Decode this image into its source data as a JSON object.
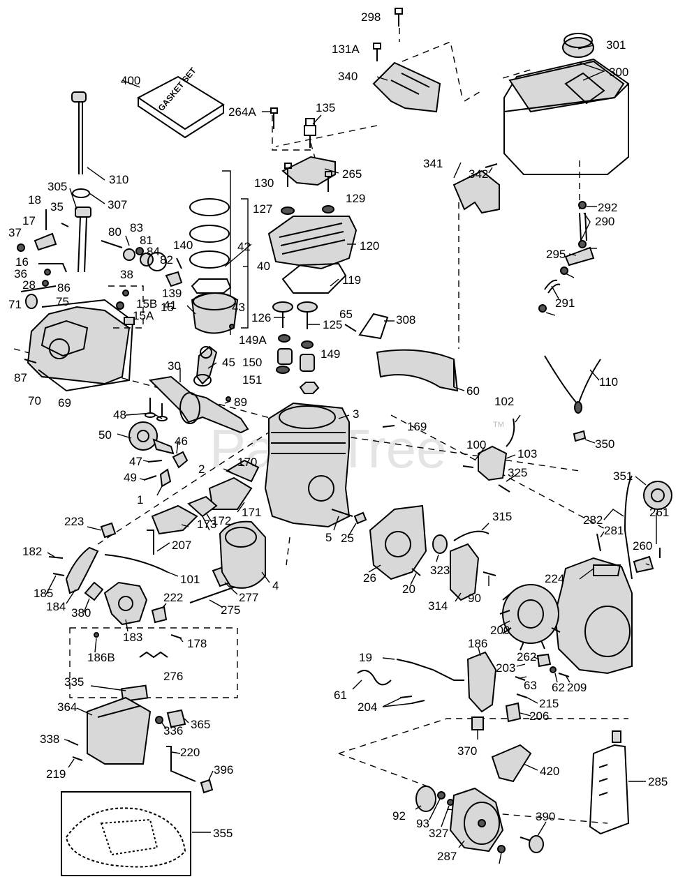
{
  "watermark": "PartsTree",
  "trademark": "TM",
  "gasket_box_text": "GASKET SET",
  "part_numbers": [
    "298",
    "131A",
    "340",
    "301",
    "300",
    "400",
    "264A",
    "135",
    "265",
    "310",
    "305",
    "307",
    "18",
    "35",
    "37",
    "17",
    "16",
    "36",
    "28",
    "86",
    "75",
    "71",
    "87",
    "70",
    "69",
    "80",
    "83",
    "81",
    "84",
    "82",
    "140",
    "139",
    "38",
    "15B",
    "15",
    "15A",
    "42",
    "40",
    "43",
    "41",
    "130",
    "129",
    "127",
    "120",
    "119",
    "126",
    "125",
    "65",
    "308",
    "149A",
    "149",
    "150",
    "151",
    "60",
    "341",
    "342",
    "292",
    "290",
    "295",
    "291",
    "110",
    "30",
    "45",
    "48",
    "89",
    "50",
    "46",
    "47",
    "49",
    "1",
    "3",
    "169",
    "2",
    "170",
    "171",
    "172",
    "173",
    "207",
    "101",
    "102",
    "100",
    "103",
    "325",
    "350",
    "351",
    "282",
    "261",
    "281",
    "260",
    "224",
    "223",
    "182",
    "185",
    "184",
    "380",
    "183",
    "222",
    "178",
    "186B",
    "276",
    "277",
    "275",
    "4",
    "5",
    "25",
    "26",
    "20",
    "323",
    "315",
    "314",
    "90",
    "200",
    "186",
    "19",
    "61",
    "262",
    "203",
    "63",
    "62",
    "209",
    "204",
    "215",
    "206",
    "370",
    "335",
    "364",
    "365",
    "336",
    "338",
    "219",
    "220",
    "396",
    "355",
    "420",
    "285",
    "92",
    "93",
    "327",
    "390",
    "287"
  ]
}
